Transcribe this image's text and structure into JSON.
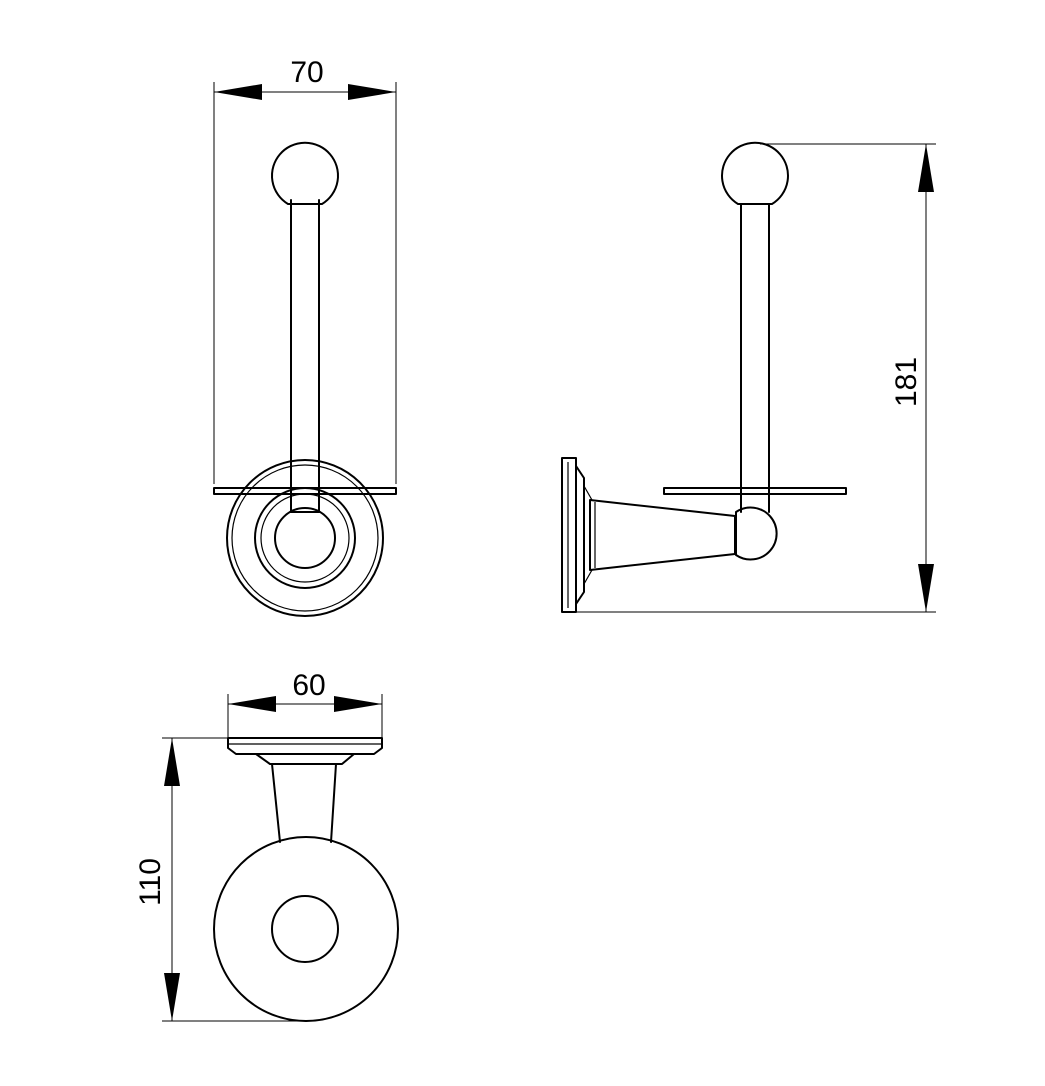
{
  "drawing": {
    "dimensions": {
      "front_width": "70",
      "side_height": "181",
      "top_width": "60",
      "top_depth": "110"
    }
  }
}
